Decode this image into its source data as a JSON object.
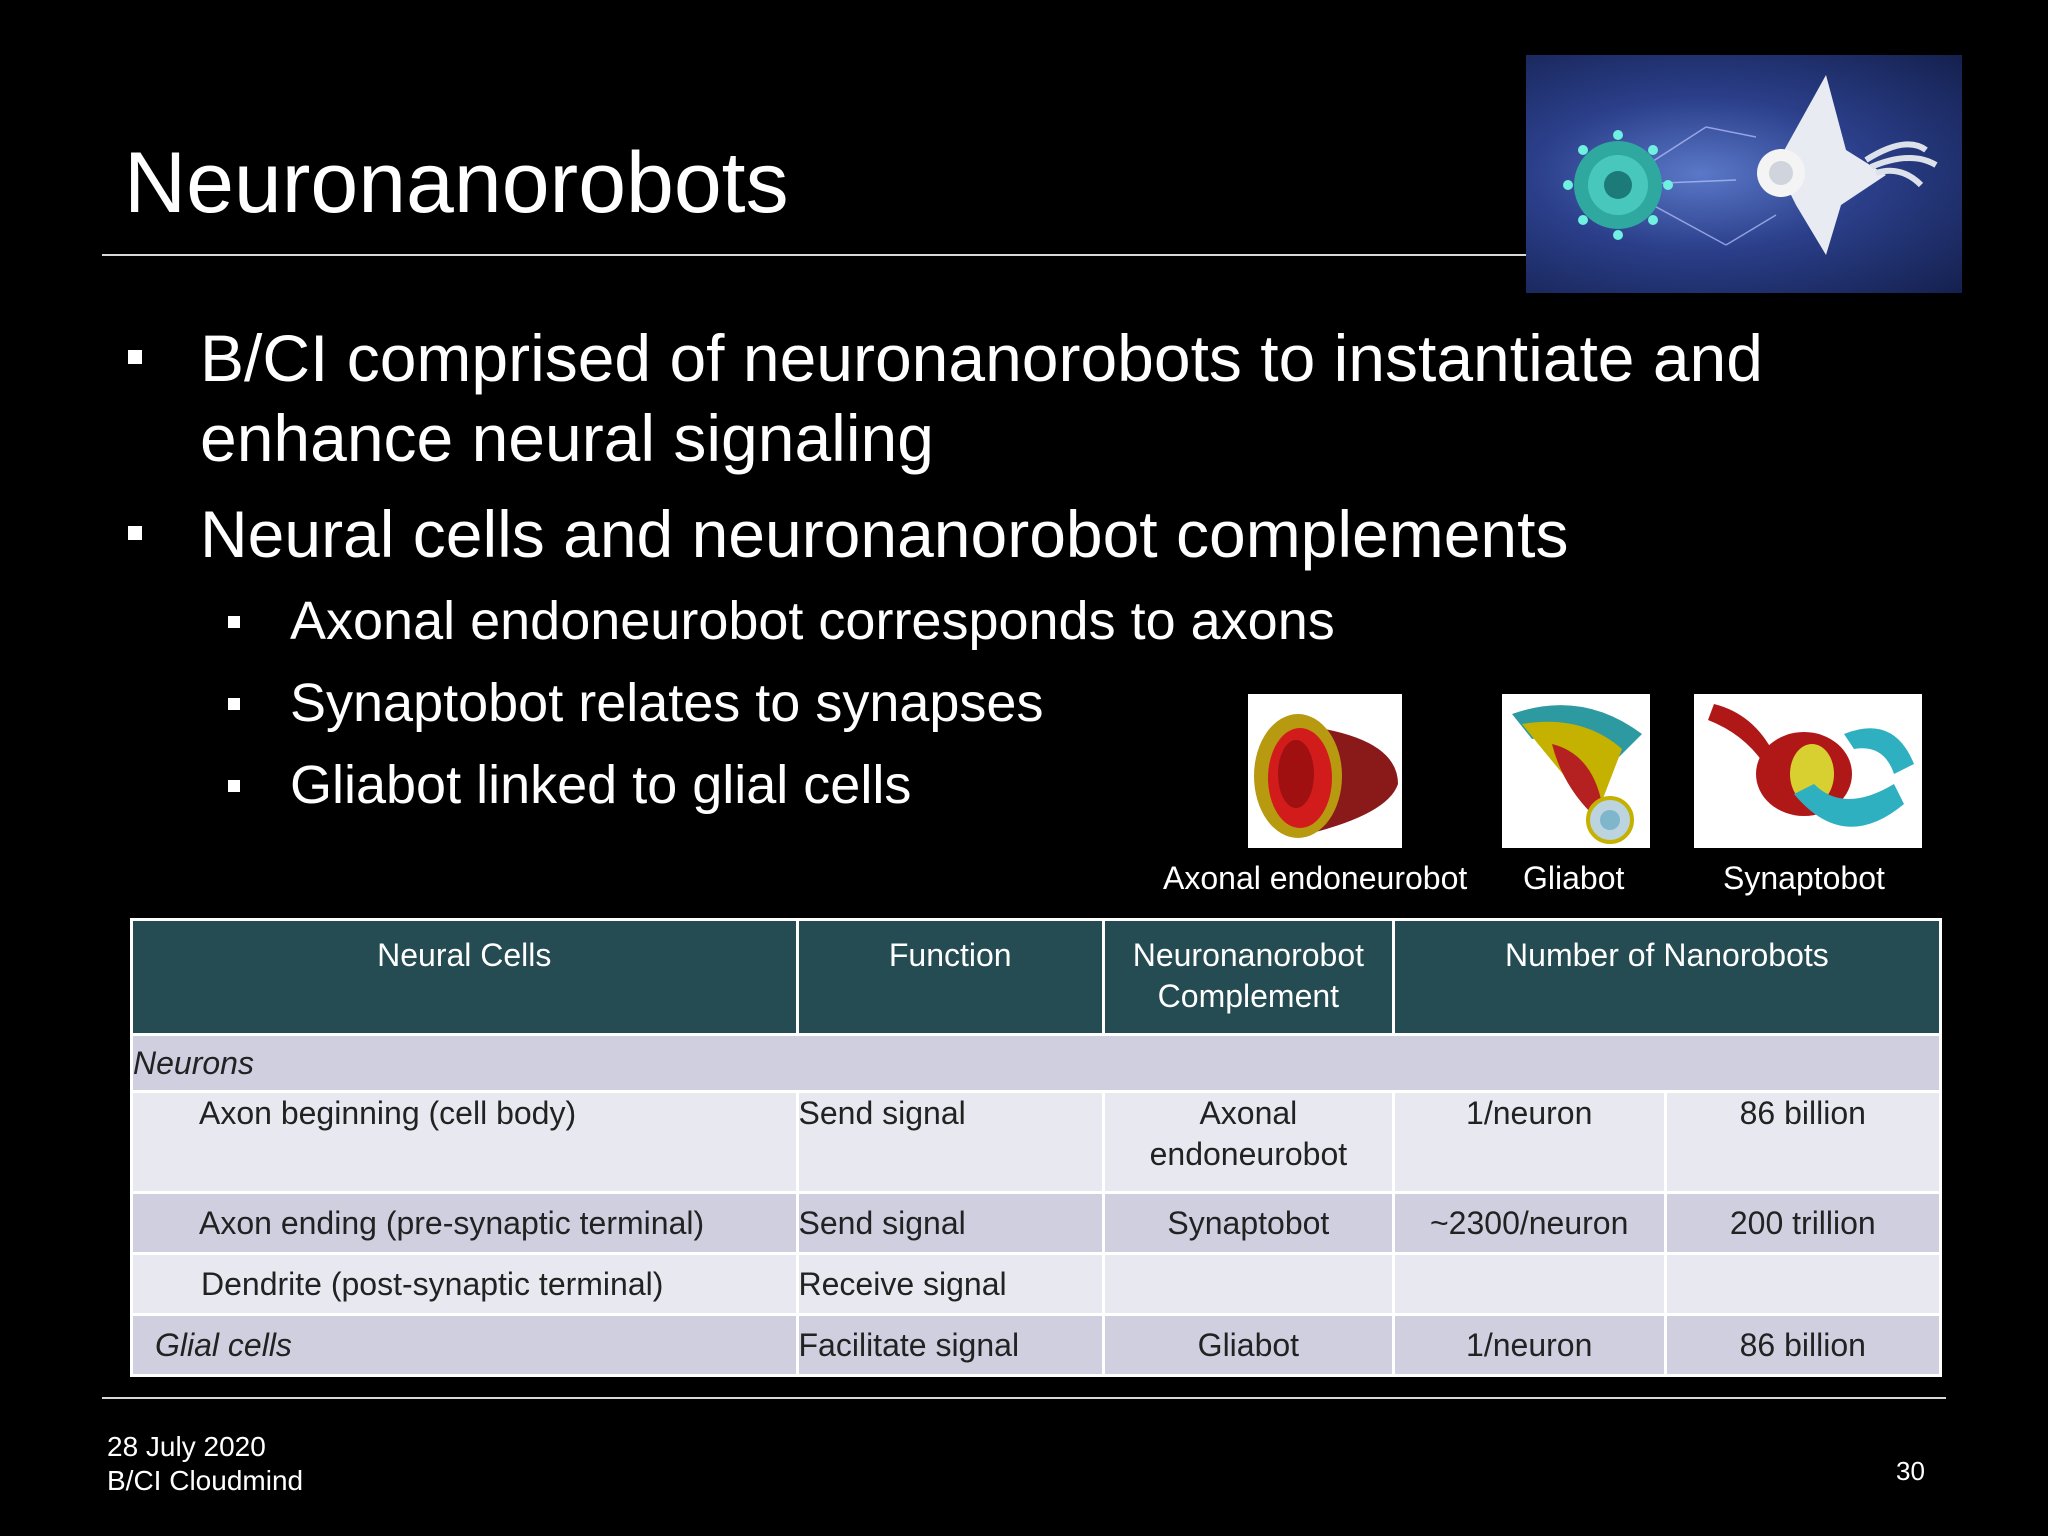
{
  "slide": {
    "title": "Neuronanorobots",
    "bullets": [
      "B/CI comprised of neuronanorobots to instantiate and enhance neural signaling",
      "Neural cells and neuronanorobot complements"
    ],
    "sub_bullets": [
      "Axonal endoneurobot corresponds to axons",
      "Synaptobot relates to synapses",
      "Gliabot linked to glial cells"
    ],
    "image_captions": [
      "Axonal endoneurobot",
      "Gliabot",
      "Synaptobot"
    ]
  },
  "table": {
    "headers": [
      "Neural Cells",
      "Function",
      "Neuronanorobot Complement",
      "Number of Nanorobots"
    ],
    "section_neurons": "Neurons",
    "rows": [
      {
        "cell": "Axon beginning (cell body)",
        "function": "Send signal",
        "complement": "Axonal endoneurobot",
        "per": "1/neuron",
        "total": "86 billion"
      },
      {
        "cell": "Axon ending (pre-synaptic terminal)",
        "function": "Send signal",
        "complement": "Synaptobot",
        "per": "~2300/neuron",
        "total": "200 trillion"
      },
      {
        "cell": "Dendrite (post-synaptic terminal)",
        "function": "Receive signal",
        "complement": "",
        "per": "",
        "total": ""
      },
      {
        "cell": "Glial cells",
        "function": "Facilitate signal",
        "complement": "Gliabot",
        "per": "1/neuron",
        "total": "86 billion"
      }
    ]
  },
  "footer": {
    "date": "28 July 2020",
    "org": "B/CI Cloudmind",
    "page": "30"
  }
}
